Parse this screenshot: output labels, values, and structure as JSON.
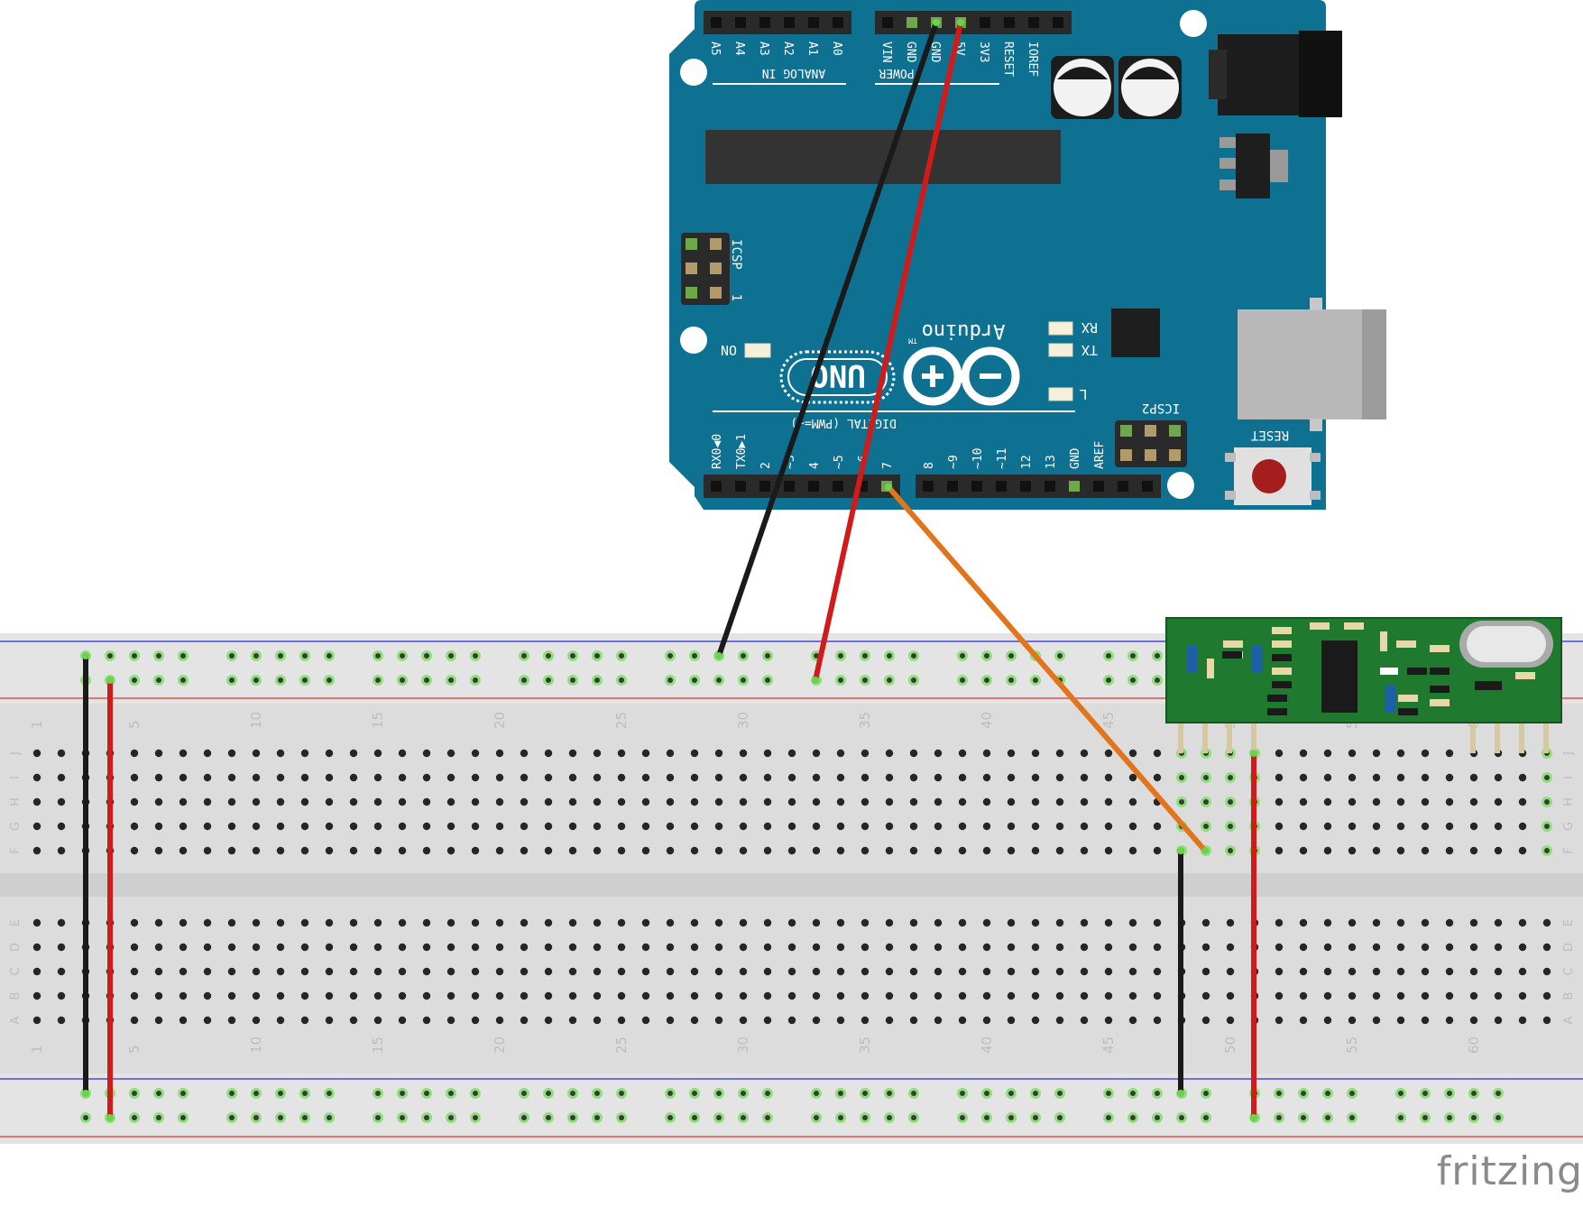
{
  "watermark": "fritzing",
  "colors": {
    "arduino_board": "#0f7191",
    "breadboard": "#dcdcdc",
    "rf_module": "#1f7a2f",
    "wire_black": "#1a1a1a",
    "wire_red": "#d11a1a",
    "wire_orange": "#e2741b",
    "rail_red": "#e23030",
    "rail_blue": "#2a2ad6"
  },
  "arduino": {
    "brand": "Arduino",
    "trademark": "TM",
    "model": "UNO",
    "analog_pins": [
      "A5",
      "A4",
      "A3",
      "A2",
      "A1",
      "A0"
    ],
    "analog_section": "ANALOG IN",
    "power_pins": [
      "VIN",
      "GND",
      "GND",
      "5V",
      "3V3",
      "RESET",
      "IOREF"
    ],
    "power_section": "POWER",
    "digital_pins": [
      "RX0◀0",
      "TX0▶1",
      "2",
      "~3",
      "4",
      "~5",
      "~6",
      "7",
      "8",
      "~9",
      "~10",
      "~11",
      "12",
      "13",
      "GND",
      "AREF"
    ],
    "digital_section": "DIGITAL (PWM=~)",
    "icsp_label": "ICSP",
    "icsp_pin1": "1",
    "icsp2_label": "ICSP2",
    "reset_label": "RESET",
    "led_on": "ON",
    "led_rx": "RX",
    "led_tx": "TX",
    "led_l": "L"
  },
  "breadboard": {
    "columns": 63,
    "column_numbers": [
      "1",
      "5",
      "10",
      "15",
      "20",
      "25",
      "30",
      "35",
      "40",
      "45",
      "50",
      "55",
      "60"
    ],
    "rows_top": [
      "J",
      "I",
      "H",
      "G",
      "F"
    ],
    "rows_bottom": [
      "E",
      "D",
      "C",
      "B",
      "A"
    ]
  },
  "wires": [
    {
      "name": "wire-gnd-arduino",
      "color": "black",
      "from": "Arduino GND",
      "to": "top rail"
    },
    {
      "name": "wire-5v-arduino",
      "color": "red",
      "from": "Arduino 5V",
      "to": "top rail"
    },
    {
      "name": "wire-data-pin7",
      "color": "orange",
      "from": "Arduino pin 7",
      "to": "column 49 row F"
    },
    {
      "name": "wire-rail-left-black",
      "color": "black",
      "from": "top rail",
      "to": "bottom rail"
    },
    {
      "name": "wire-rail-left-red",
      "color": "red",
      "from": "top rail",
      "to": "bottom rail"
    },
    {
      "name": "wire-gnd-module",
      "color": "black",
      "from": "column 48 row F",
      "to": "bottom rail"
    },
    {
      "name": "wire-vcc-module",
      "color": "red",
      "from": "column 51 row J",
      "to": "bottom rail"
    }
  ]
}
